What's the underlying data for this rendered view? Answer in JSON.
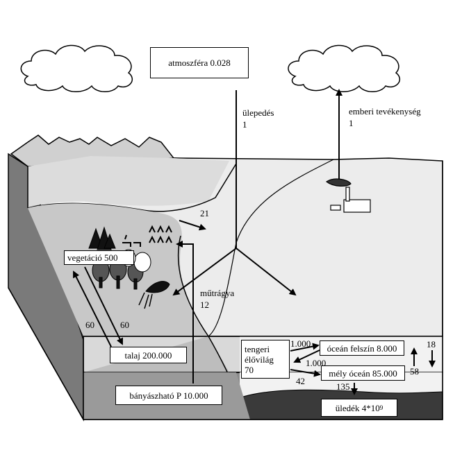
{
  "boxes": {
    "atmosphere": "atmoszféra 0.028",
    "vegetation": "vegetáció 500",
    "soil": "talaj 200.000",
    "mineable": "bányászható P 10.000",
    "marine_life_line1": "tengeri",
    "marine_life_line2": "élővilág",
    "marine_life_line3": "70",
    "ocean_surface": "óceán felszín 8.000",
    "deep_ocean": "mély óceán 85.000",
    "sediment_base": "üledék 4*10",
    "sediment_exp": "9"
  },
  "labels": {
    "deposition": "ülepedés",
    "deposition_value": "1",
    "human_activity": "emberi tevékenység",
    "human_activity_value": "1",
    "runoff": "21",
    "fertilizer": "műtrágya",
    "fertilizer_value": "12",
    "veg_to_soil": "60",
    "soil_to_veg": "60",
    "life_to_surface": "1.000",
    "surface_to_life": "1.000",
    "life_to_deep": "42",
    "deep_to_sediment": "135",
    "surface_upwelling": "18",
    "deep_upwelling": "58"
  }
}
